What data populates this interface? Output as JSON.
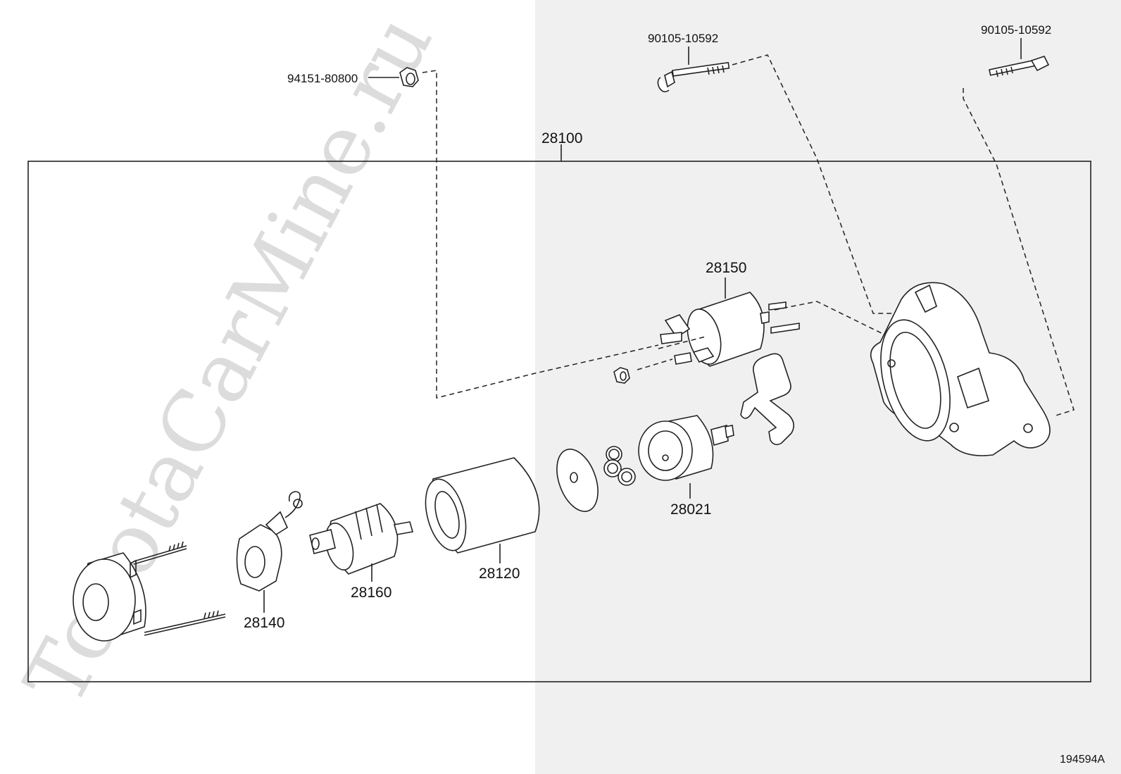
{
  "watermark": "ToyotaCarMine.ru",
  "diagram_code": "194594A",
  "assembly": {
    "part_no": "28100"
  },
  "callouts": {
    "bolt_a": "90105-10592",
    "bolt_b": "90105-10592",
    "nut": "94151-80800"
  },
  "parts": {
    "solenoid": "28150",
    "clutch": "28021",
    "yoke": "28120",
    "armature": "28160",
    "brush_holder": "28140"
  }
}
